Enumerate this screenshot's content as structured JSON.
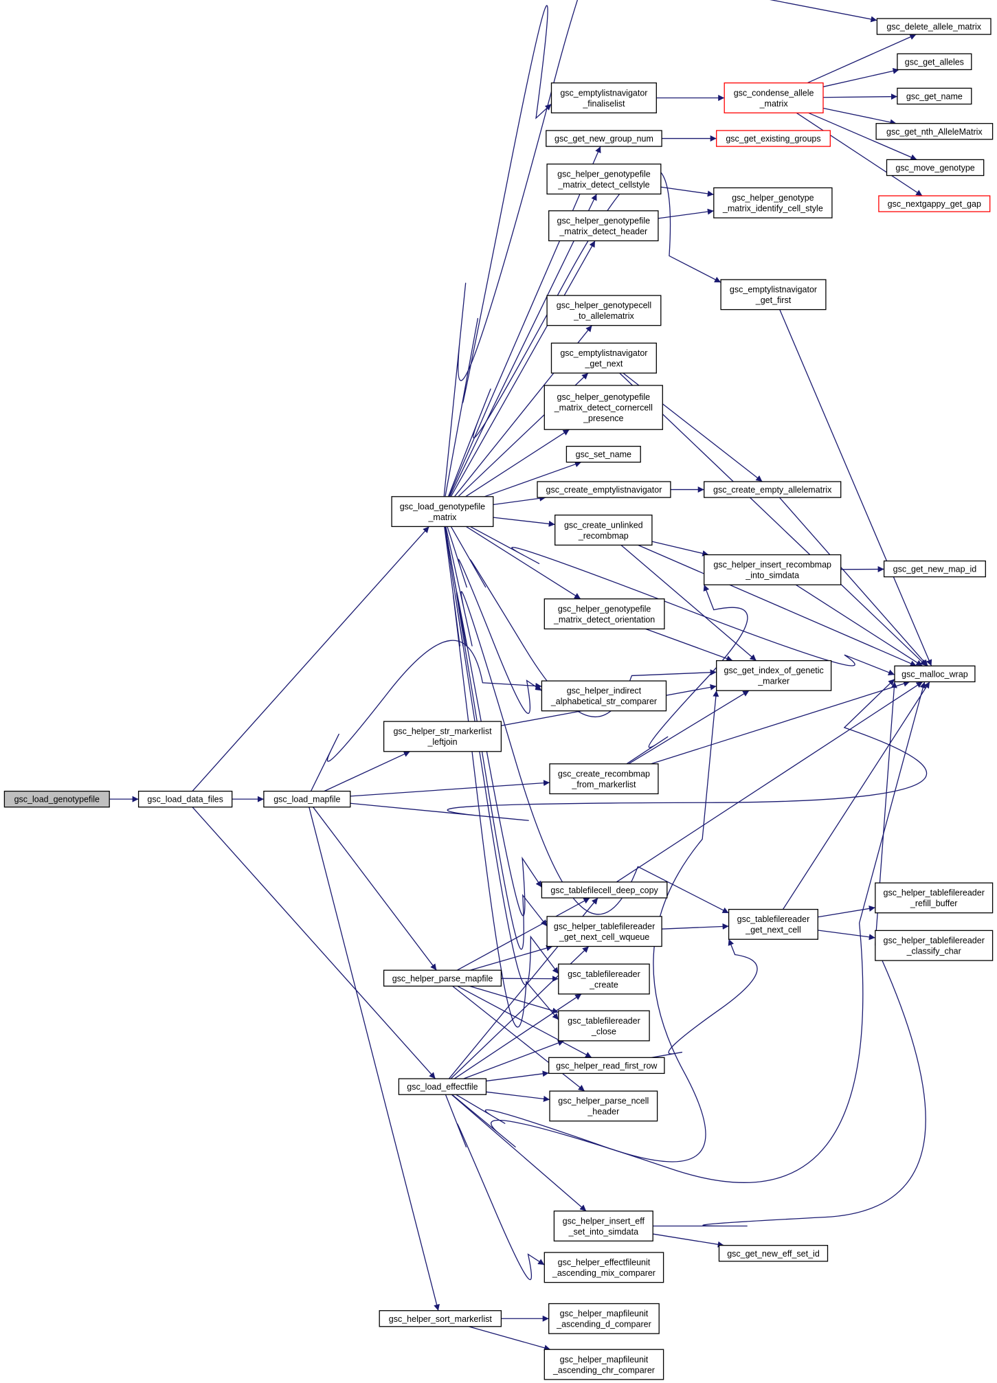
{
  "colors": {
    "edge": "#191970",
    "node_border": "#000000",
    "node_truncated_border": "#ff0000",
    "root_fill": "#bfbfbf",
    "background": "#ffffff"
  },
  "nodes": [
    {
      "id": "load_genotypefile",
      "lines": [
        "gsc_load_genotypefile"
      ],
      "root": true
    },
    {
      "id": "load_data_files",
      "lines": [
        "gsc_load_data_files"
      ]
    },
    {
      "id": "load_mapfile",
      "lines": [
        "gsc_load_mapfile"
      ]
    },
    {
      "id": "load_genotypefile_matrix",
      "lines": [
        "gsc_load_genotypefile",
        "_matrix"
      ]
    },
    {
      "id": "helper_str_markerlist_leftjoin",
      "lines": [
        "gsc_helper_str_markerlist",
        "_leftjoin"
      ]
    },
    {
      "id": "helper_parse_mapfile",
      "lines": [
        "gsc_helper_parse_mapfile"
      ]
    },
    {
      "id": "load_effectfile",
      "lines": [
        "gsc_load_effectfile"
      ]
    },
    {
      "id": "helper_sort_markerlist",
      "lines": [
        "gsc_helper_sort_markerlist"
      ]
    },
    {
      "id": "emptylistnavigator_finaliselist",
      "lines": [
        "gsc_emptylistnavigator",
        "_finaliselist"
      ]
    },
    {
      "id": "get_new_group_num",
      "lines": [
        "gsc_get_new_group_num"
      ]
    },
    {
      "id": "helper_genotypefile_matrix_detect_cellstyle",
      "lines": [
        "gsc_helper_genotypefile",
        "_matrix_detect_cellstyle"
      ]
    },
    {
      "id": "helper_genotypefile_matrix_detect_header",
      "lines": [
        "gsc_helper_genotypefile",
        "_matrix_detect_header"
      ]
    },
    {
      "id": "helper_genotypecell_to_allelematrix",
      "lines": [
        "gsc_helper_genotypecell",
        "_to_allelematrix"
      ]
    },
    {
      "id": "emptylistnavigator_get_next",
      "lines": [
        "gsc_emptylistnavigator",
        "_get_next"
      ]
    },
    {
      "id": "helper_genotypefile_matrix_detect_cornercell_presence",
      "lines": [
        "gsc_helper_genotypefile",
        "_matrix_detect_cornercell",
        "_presence"
      ]
    },
    {
      "id": "set_name",
      "lines": [
        "gsc_set_name"
      ]
    },
    {
      "id": "create_emptylistnavigator",
      "lines": [
        "gsc_create_emptylistnavigator"
      ]
    },
    {
      "id": "create_unlinked_recombmap",
      "lines": [
        "gsc_create_unlinked",
        "_recombmap"
      ]
    },
    {
      "id": "helper_genotypefile_matrix_detect_orientation",
      "lines": [
        "gsc_helper_genotypefile",
        "_matrix_detect_orientation"
      ]
    },
    {
      "id": "helper_indirect_alphabetical_str_comparer",
      "lines": [
        "gsc_helper_indirect",
        "_alphabetical_str_comparer"
      ]
    },
    {
      "id": "create_recombmap_from_markerlist",
      "lines": [
        "gsc_create_recombmap",
        "_from_markerlist"
      ]
    },
    {
      "id": "tablefilecell_deep_copy",
      "lines": [
        "gsc_tablefilecell_deep_copy"
      ]
    },
    {
      "id": "helper_tablefilereader_get_next_cell_wqueue",
      "lines": [
        "gsc_helper_tablefilereader",
        "_get_next_cell_wqueue"
      ]
    },
    {
      "id": "tablefilereader_create",
      "lines": [
        "gsc_tablefilereader",
        "_create"
      ]
    },
    {
      "id": "tablefilereader_close",
      "lines": [
        "gsc_tablefilereader",
        "_close"
      ]
    },
    {
      "id": "helper_read_first_row",
      "lines": [
        "gsc_helper_read_first_row"
      ]
    },
    {
      "id": "helper_parse_ncell_header",
      "lines": [
        "gsc_helper_parse_ncell",
        "_header"
      ]
    },
    {
      "id": "helper_insert_eff_set_into_simdata",
      "lines": [
        "gsc_helper_insert_eff",
        "_set_into_simdata"
      ]
    },
    {
      "id": "helper_effectfileunit_ascending_mix_comparer",
      "lines": [
        "gsc_helper_effectfileunit",
        "_ascending_mix_comparer"
      ]
    },
    {
      "id": "helper_mapfileunit_ascending_d_comparer",
      "lines": [
        "gsc_helper_mapfileunit",
        "_ascending_d_comparer"
      ]
    },
    {
      "id": "helper_mapfileunit_ascending_chr_comparer",
      "lines": [
        "gsc_helper_mapfileunit",
        "_ascending_chr_comparer"
      ]
    },
    {
      "id": "condense_allele_matrix",
      "lines": [
        "gsc_condense_allele",
        "_matrix"
      ],
      "truncated": true
    },
    {
      "id": "get_existing_groups",
      "lines": [
        "gsc_get_existing_groups"
      ],
      "truncated": true
    },
    {
      "id": "helper_genotype_matrix_identify_cell_style",
      "lines": [
        "gsc_helper_genotype",
        "_matrix_identify_cell_style"
      ]
    },
    {
      "id": "emptylistnavigator_get_first",
      "lines": [
        "gsc_emptylistnavigator",
        "_get_first"
      ]
    },
    {
      "id": "create_empty_allelematrix",
      "lines": [
        "gsc_create_empty_allelematrix"
      ]
    },
    {
      "id": "helper_insert_recombmap_into_simdata",
      "lines": [
        "gsc_helper_insert_recombmap",
        "_into_simdata"
      ]
    },
    {
      "id": "get_index_of_genetic_marker",
      "lines": [
        "gsc_get_index_of_genetic",
        "_marker"
      ]
    },
    {
      "id": "tablefilereader_get_next_cell",
      "lines": [
        "gsc_tablefilereader",
        "_get_next_cell"
      ]
    },
    {
      "id": "get_new_eff_set_id",
      "lines": [
        "gsc_get_new_eff_set_id"
      ]
    },
    {
      "id": "delete_allele_matrix",
      "lines": [
        "gsc_delete_allele_matrix"
      ]
    },
    {
      "id": "get_alleles",
      "lines": [
        "gsc_get_alleles"
      ]
    },
    {
      "id": "get_name",
      "lines": [
        "gsc_get_name"
      ]
    },
    {
      "id": "get_nth_AlleleMatrix",
      "lines": [
        "gsc_get_nth_AlleleMatrix"
      ]
    },
    {
      "id": "move_genotype",
      "lines": [
        "gsc_move_genotype"
      ]
    },
    {
      "id": "nextgappy_get_gap",
      "lines": [
        "gsc_nextgappy_get_gap"
      ],
      "truncated": true
    },
    {
      "id": "get_new_map_id",
      "lines": [
        "gsc_get_new_map_id"
      ]
    },
    {
      "id": "malloc_wrap",
      "lines": [
        "gsc_malloc_wrap"
      ]
    },
    {
      "id": "helper_tablefilereader_refill_buffer",
      "lines": [
        "gsc_helper_tablefilereader",
        "_refill_buffer"
      ]
    },
    {
      "id": "helper_tablefilereader_classify_char",
      "lines": [
        "gsc_helper_tablefilereader",
        "_classify_char"
      ]
    }
  ],
  "edges": [
    [
      "load_genotypefile",
      "load_data_files"
    ],
    [
      "load_data_files",
      "load_mapfile"
    ],
    [
      "load_data_files",
      "load_genotypefile_matrix"
    ],
    [
      "load_data_files",
      "load_effectfile"
    ],
    [
      "load_mapfile",
      "helper_str_markerlist_leftjoin"
    ],
    [
      "load_mapfile",
      "helper_indirect_alphabetical_str_comparer"
    ],
    [
      "load_mapfile",
      "create_recombmap_from_markerlist"
    ],
    [
      "load_mapfile",
      "malloc_wrap"
    ],
    [
      "load_mapfile",
      "helper_parse_mapfile"
    ],
    [
      "load_mapfile",
      "helper_sort_markerlist"
    ],
    [
      "load_genotypefile_matrix",
      "delete_allele_matrix"
    ],
    [
      "load_genotypefile_matrix",
      "emptylistnavigator_finaliselist"
    ],
    [
      "load_genotypefile_matrix",
      "get_new_group_num"
    ],
    [
      "load_genotypefile_matrix",
      "helper_genotypefile_matrix_detect_cellstyle"
    ],
    [
      "load_genotypefile_matrix",
      "helper_genotypefile_matrix_detect_header"
    ],
    [
      "load_genotypefile_matrix",
      "emptylistnavigator_get_first"
    ],
    [
      "load_genotypefile_matrix",
      "helper_genotypecell_to_allelematrix"
    ],
    [
      "load_genotypefile_matrix",
      "emptylistnavigator_get_next"
    ],
    [
      "load_genotypefile_matrix",
      "helper_genotypefile_matrix_detect_cornercell_presence"
    ],
    [
      "load_genotypefile_matrix",
      "set_name"
    ],
    [
      "load_genotypefile_matrix",
      "create_emptylistnavigator"
    ],
    [
      "load_genotypefile_matrix",
      "create_unlinked_recombmap"
    ],
    [
      "load_genotypefile_matrix",
      "helper_genotypefile_matrix_detect_orientation"
    ],
    [
      "load_genotypefile_matrix",
      "get_index_of_genetic_marker"
    ],
    [
      "load_genotypefile_matrix",
      "malloc_wrap"
    ],
    [
      "load_genotypefile_matrix",
      "helper_indirect_alphabetical_str_comparer"
    ],
    [
      "load_genotypefile_matrix",
      "tablefilecell_deep_copy"
    ],
    [
      "load_genotypefile_matrix",
      "helper_tablefilereader_get_next_cell_wqueue"
    ],
    [
      "load_genotypefile_matrix",
      "tablefilereader_create"
    ],
    [
      "load_genotypefile_matrix",
      "tablefilereader_close"
    ],
    [
      "load_genotypefile_matrix",
      "tablefilereader_get_next_cell"
    ],
    [
      "emptylistnavigator_finaliselist",
      "condense_allele_matrix"
    ],
    [
      "get_new_group_num",
      "get_existing_groups"
    ],
    [
      "helper_genotypefile_matrix_detect_cellstyle",
      "helper_genotype_matrix_identify_cell_style"
    ],
    [
      "helper_genotypefile_matrix_detect_header",
      "helper_genotype_matrix_identify_cell_style"
    ],
    [
      "emptylistnavigator_get_next",
      "create_empty_allelematrix"
    ],
    [
      "emptylistnavigator_get_next",
      "malloc_wrap"
    ],
    [
      "create_emptylistnavigator",
      "create_empty_allelematrix"
    ],
    [
      "create_unlinked_recombmap",
      "helper_insert_recombmap_into_simdata"
    ],
    [
      "create_unlinked_recombmap",
      "get_index_of_genetic_marker"
    ],
    [
      "create_unlinked_recombmap",
      "malloc_wrap"
    ],
    [
      "helper_genotypefile_matrix_detect_orientation",
      "get_index_of_genetic_marker"
    ],
    [
      "helper_str_markerlist_leftjoin",
      "get_index_of_genetic_marker"
    ],
    [
      "create_recombmap_from_markerlist",
      "get_index_of_genetic_marker"
    ],
    [
      "create_recombmap_from_markerlist",
      "helper_insert_recombmap_into_simdata"
    ],
    [
      "create_recombmap_from_markerlist",
      "malloc_wrap"
    ],
    [
      "emptylistnavigator_get_first",
      "malloc_wrap"
    ],
    [
      "create_empty_allelematrix",
      "malloc_wrap"
    ],
    [
      "helper_insert_recombmap_into_simdata",
      "get_new_map_id"
    ],
    [
      "helper_insert_recombmap_into_simdata",
      "malloc_wrap"
    ],
    [
      "condense_allele_matrix",
      "delete_allele_matrix"
    ],
    [
      "condense_allele_matrix",
      "get_alleles"
    ],
    [
      "condense_allele_matrix",
      "get_name"
    ],
    [
      "condense_allele_matrix",
      "get_nth_AlleleMatrix"
    ],
    [
      "condense_allele_matrix",
      "move_genotype"
    ],
    [
      "condense_allele_matrix",
      "nextgappy_get_gap"
    ],
    [
      "tablefilecell_deep_copy",
      "malloc_wrap"
    ],
    [
      "helper_tablefilereader_get_next_cell_wqueue",
      "tablefilereader_get_next_cell"
    ],
    [
      "tablefilereader_get_next_cell",
      "helper_tablefilereader_refill_buffer"
    ],
    [
      "tablefilereader_get_next_cell",
      "helper_tablefilereader_classify_char"
    ],
    [
      "tablefilereader_get_next_cell",
      "malloc_wrap"
    ],
    [
      "helper_parse_mapfile",
      "tablefilecell_deep_copy"
    ],
    [
      "helper_parse_mapfile",
      "helper_tablefilereader_get_next_cell_wqueue"
    ],
    [
      "helper_parse_mapfile",
      "tablefilereader_create"
    ],
    [
      "helper_parse_mapfile",
      "tablefilereader_close"
    ],
    [
      "helper_parse_mapfile",
      "helper_read_first_row"
    ],
    [
      "helper_parse_mapfile",
      "helper_parse_ncell_header"
    ],
    [
      "helper_read_first_row",
      "tablefilereader_get_next_cell"
    ],
    [
      "load_effectfile",
      "tablefilecell_deep_copy"
    ],
    [
      "load_effectfile",
      "helper_tablefilereader_get_next_cell_wqueue"
    ],
    [
      "load_effectfile",
      "tablefilereader_create"
    ],
    [
      "load_effectfile",
      "tablefilereader_close"
    ],
    [
      "load_effectfile",
      "helper_read_first_row"
    ],
    [
      "load_effectfile",
      "helper_parse_ncell_header"
    ],
    [
      "load_effectfile",
      "get_index_of_genetic_marker"
    ],
    [
      "load_effectfile",
      "malloc_wrap"
    ],
    [
      "load_effectfile",
      "helper_insert_eff_set_into_simdata"
    ],
    [
      "load_effectfile",
      "helper_effectfileunit_ascending_mix_comparer"
    ],
    [
      "helper_insert_eff_set_into_simdata",
      "get_new_eff_set_id"
    ],
    [
      "helper_insert_eff_set_into_simdata",
      "malloc_wrap"
    ],
    [
      "helper_sort_markerlist",
      "helper_mapfileunit_ascending_d_comparer"
    ],
    [
      "helper_sort_markerlist",
      "helper_mapfileunit_ascending_chr_comparer"
    ]
  ]
}
